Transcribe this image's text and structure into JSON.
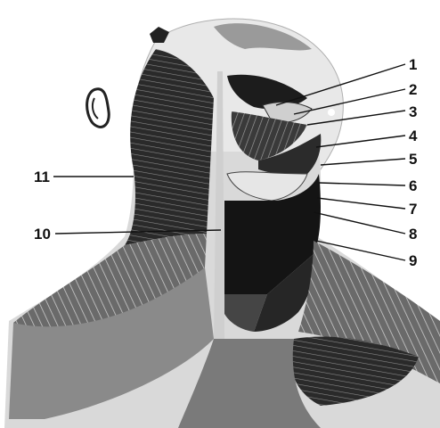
{
  "figure": {
    "labels": [
      {
        "id": "1",
        "text": "1",
        "target": "muscle-upper-1"
      },
      {
        "id": "2",
        "text": "2",
        "target": "muscle-upper-2"
      },
      {
        "id": "3",
        "text": "3",
        "target": "muscle-upper-3"
      },
      {
        "id": "4",
        "text": "4",
        "target": "muscle-band-4"
      },
      {
        "id": "5",
        "text": "5",
        "target": "muscle-band-5"
      },
      {
        "id": "6",
        "text": "6",
        "target": "muscle-lateral-6"
      },
      {
        "id": "7",
        "text": "7",
        "target": "muscle-lateral-7"
      },
      {
        "id": "8",
        "text": "8",
        "target": "muscle-lateral-8"
      },
      {
        "id": "9",
        "text": "9",
        "target": "shoulder-9"
      },
      {
        "id": "10",
        "text": "10",
        "target": "midline-10"
      },
      {
        "id": "11",
        "text": "11",
        "target": "trapezius-11"
      }
    ],
    "colors": {
      "ink": "#111111",
      "paper": "#ffffff",
      "shade": "#1c1c1c",
      "mid": "#5a5a5a",
      "light": "#bdbdbd"
    }
  }
}
